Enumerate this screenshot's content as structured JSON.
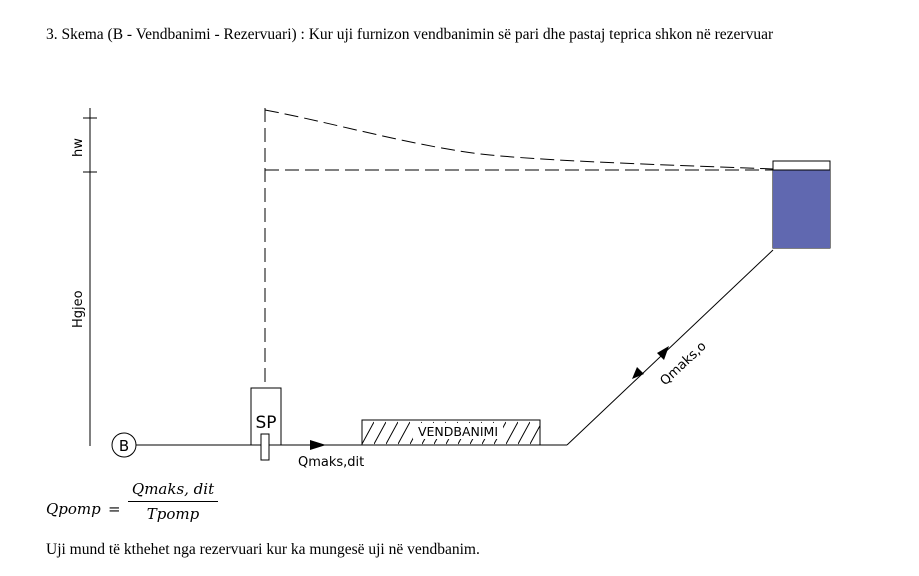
{
  "heading": {
    "text": "3. Skema (B - Vendbanimi - Rezervuari) : Kur uji furnizon vendbanimin së pari dhe pastaj teprica shkon në rezervuar"
  },
  "diagram": {
    "labels": {
      "hw": "hw",
      "hgjeo": "Hgjeo",
      "source": "B",
      "pump_station": "SP",
      "settlement": "VENDBANIMI",
      "flow_daily": "Qmaks,dit",
      "flow_reservoir": "Qmaks,o"
    },
    "colors": {
      "reservoir_water": "#6068b0",
      "lines": "#000000"
    }
  },
  "formula": {
    "lhs": "Qpomp",
    "equals": "=",
    "numerator": "Qmaks, dit",
    "denominator": "Tpomp"
  },
  "footer": {
    "text": "Uji mund të kthehet nga rezervuari kur ka mungesë uji në vendbanim."
  }
}
